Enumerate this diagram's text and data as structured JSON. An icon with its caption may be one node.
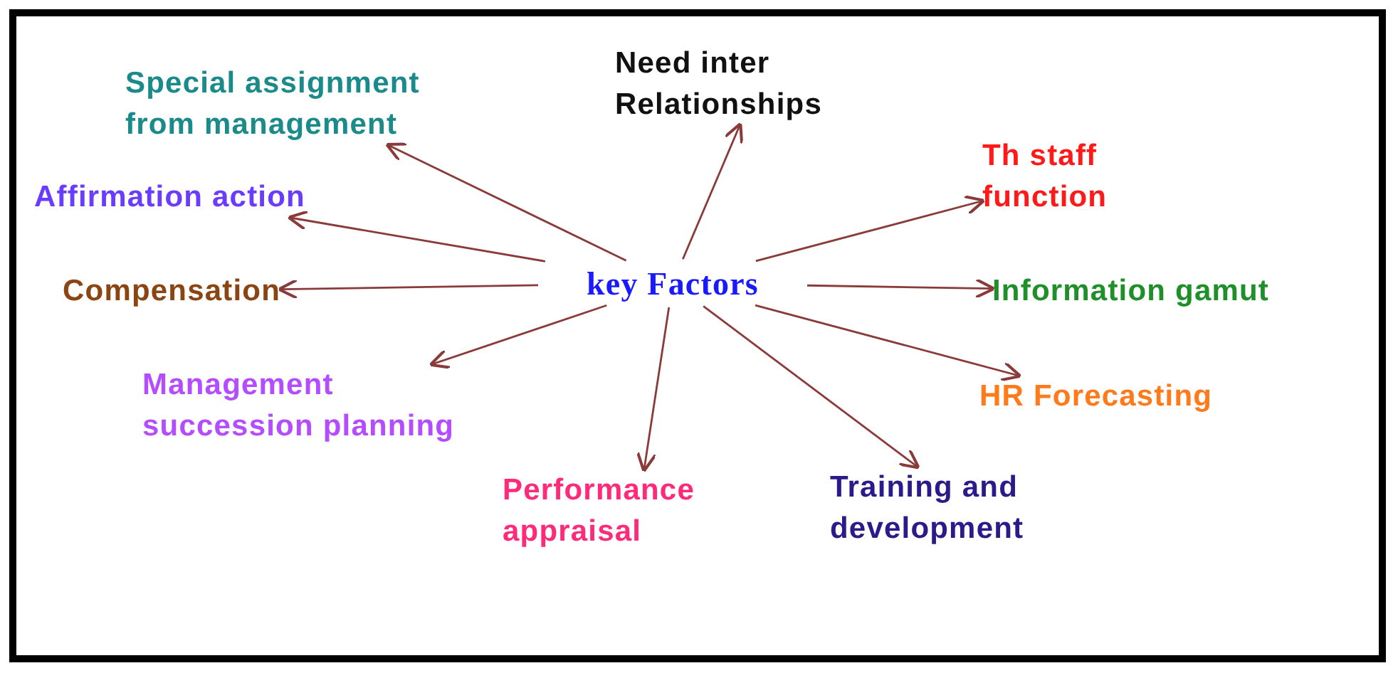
{
  "diagram": {
    "nodes": [
      {
        "text": [
          "key Factors"
        ]
      },
      {
        "text": [
          "Special assignment from management"
        ]
      },
      {
        "text": [
          "Need inter Relationships"
        ]
      },
      {
        "text": [
          "Affirmation action"
        ]
      },
      {
        "text": [
          "Th staff function"
        ]
      },
      {
        "text": [
          "Compensation"
        ]
      },
      {
        "text": [
          "Information gamut"
        ]
      },
      {
        "text": [
          "Management succession planning"
        ]
      },
      {
        "text": [
          "HR Forecasting"
        ]
      },
      {
        "text": [
          "Performance appraisal"
        ]
      },
      {
        "text": [
          "Training and development"
        ]
      }
    ],
    "edges": [
      {
        "from": 0,
        "to": 1,
        "arrow": "to"
      },
      {
        "from": 0,
        "to": 2,
        "arrow": "to"
      },
      {
        "from": 0,
        "to": 3,
        "arrow": "to"
      },
      {
        "from": 0,
        "to": 4,
        "arrow": "to"
      },
      {
        "from": 0,
        "to": 5,
        "arrow": "to"
      },
      {
        "from": 0,
        "to": 6,
        "arrow": "to"
      },
      {
        "from": 0,
        "to": 7,
        "arrow": "to"
      },
      {
        "from": 0,
        "to": 8,
        "arrow": "to"
      },
      {
        "from": 0,
        "to": 9,
        "arrow": "to"
      },
      {
        "from": 0,
        "to": 10,
        "arrow": "to"
      }
    ]
  }
}
